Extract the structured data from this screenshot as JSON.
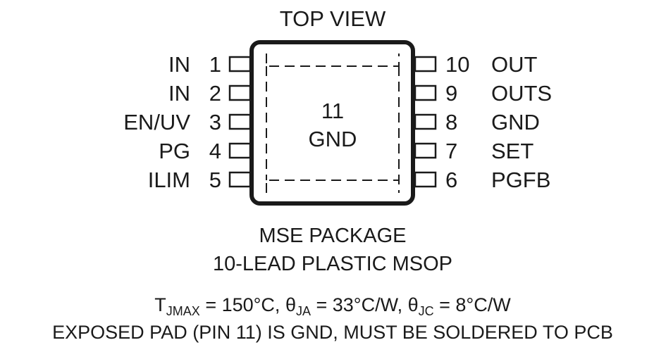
{
  "diagram": {
    "view_title": "TOP VIEW",
    "exposed_pad": {
      "number": "11",
      "name": "GND"
    },
    "pins_left": [
      {
        "number": "1",
        "name": "IN"
      },
      {
        "number": "2",
        "name": "IN"
      },
      {
        "number": "3",
        "name": "EN/UV"
      },
      {
        "number": "4",
        "name": "PG"
      },
      {
        "number": "5",
        "name": "ILIM"
      }
    ],
    "pins_right": [
      {
        "number": "10",
        "name": "OUT"
      },
      {
        "number": "9",
        "name": "OUTS"
      },
      {
        "number": "8",
        "name": "GND"
      },
      {
        "number": "7",
        "name": "SET"
      },
      {
        "number": "6",
        "name": "PGFB"
      }
    ],
    "package_name": "MSE PACKAGE",
    "package_desc": "10-LEAD PLASTIC MSOP",
    "thermal": {
      "t_sym": "T",
      "t_sub": "JMAX",
      "t_val": " = 150°C, ",
      "ja_sym": "θ",
      "ja_sub": "JA",
      "ja_val": " = 33°C/W, ",
      "jc_sym": "θ",
      "jc_sub": "JC",
      "jc_val": " = 8°C/W"
    },
    "exposed_pad_note": "EXPOSED PAD (PIN 11) IS GND, MUST BE SOLDERED TO PCB"
  }
}
